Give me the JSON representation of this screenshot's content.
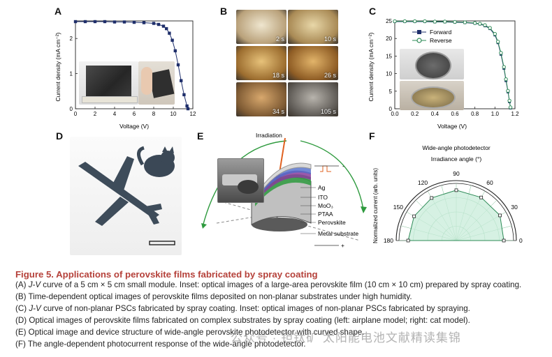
{
  "panels": {
    "A": {
      "label": "A",
      "inset_label": "",
      "chart_data": {
        "type": "line",
        "title": "",
        "xlabel": "Voltage (V)",
        "ylabel": "Current density (mA cm⁻²)",
        "xlim": [
          0,
          12
        ],
        "ylim": [
          0,
          2.5
        ],
        "xticks": [
          "0",
          "2",
          "4",
          "6",
          "8",
          "10",
          "12"
        ],
        "yticks": [
          "0",
          "1",
          "2"
        ],
        "series": [
          {
            "x": [
              0,
              1,
              2,
              3,
              4,
              5,
              6,
              7,
              8,
              8.5,
              9,
              9.3,
              9.6,
              9.9,
              10.2,
              10.5,
              10.8,
              11.1,
              11.4,
              11.5
            ],
            "y": [
              2.48,
              2.48,
              2.48,
              2.48,
              2.47,
              2.47,
              2.46,
              2.45,
              2.43,
              2.4,
              2.35,
              2.28,
              2.15,
              1.95,
              1.65,
              1.25,
              0.8,
              0.4,
              0.08,
              0
            ]
          }
        ],
        "grid": false,
        "line_color": "#1f2f6b"
      }
    },
    "B": {
      "label": "B",
      "frames": [
        "2 s",
        "10 s",
        "18 s",
        "26 s",
        "34 s",
        "105 s"
      ]
    },
    "C": {
      "label": "C",
      "chart_data": {
        "type": "line",
        "title": "",
        "xlabel": "Voltage (V)",
        "ylabel": "Current density (mA cm⁻²)",
        "xlim": [
          0,
          1.2
        ],
        "ylim": [
          0,
          25
        ],
        "xticks": [
          "0.0",
          "0.2",
          "0.4",
          "0.6",
          "0.8",
          "1.0",
          "1.2"
        ],
        "yticks": [
          "0",
          "5",
          "10",
          "15",
          "20",
          "25"
        ],
        "legend_position": "top-right",
        "series": [
          {
            "name": "Forward",
            "marker": "square",
            "color": "#1f2f6b",
            "x": [
              0,
              0.1,
              0.2,
              0.3,
              0.4,
              0.5,
              0.6,
              0.7,
              0.8,
              0.85,
              0.9,
              0.95,
              1.0,
              1.03,
              1.06,
              1.09,
              1.11,
              1.13,
              1.145,
              1.155
            ],
            "y": [
              24.8,
              24.8,
              24.8,
              24.8,
              24.7,
              24.7,
              24.6,
              24.5,
              24.3,
              24.1,
              23.6,
              22.8,
              21.0,
              18.8,
              15.5,
              11.5,
              8.0,
              4.8,
              2.0,
              0.2
            ]
          },
          {
            "name": "Reverse",
            "marker": "circle",
            "color": "#2e8b57",
            "x": [
              0,
              0.1,
              0.2,
              0.3,
              0.4,
              0.5,
              0.6,
              0.7,
              0.8,
              0.85,
              0.9,
              0.95,
              1.0,
              1.03,
              1.06,
              1.09,
              1.11,
              1.13,
              1.145,
              1.155
            ],
            "y": [
              24.9,
              24.9,
              24.9,
              24.9,
              24.8,
              24.8,
              24.7,
              24.6,
              24.4,
              24.2,
              23.8,
              23.0,
              21.3,
              19.1,
              15.9,
              11.9,
              8.4,
              5.1,
              2.3,
              0.4
            ]
          }
        ]
      }
    },
    "D": {
      "label": "D"
    },
    "E": {
      "label": "E",
      "irradiation": "Irradiation",
      "layers": [
        "Ag",
        "ITO",
        "MoO₃",
        "PTAA",
        "Perovskite",
        "Metal substrate"
      ],
      "minus": "-",
      "plus": "+"
    },
    "F": {
      "label": "F",
      "chart_data": {
        "type": "polar",
        "title": "Wide-angle photodetector",
        "subtitle": "Irradiance angle (°)",
        "ylabel": "Normalized current (arb. units)",
        "angle_ticks": [
          "180",
          "150",
          "120",
          "90",
          "60",
          "30",
          "0"
        ],
        "angles": [
          0,
          30,
          60,
          90,
          120,
          150,
          180
        ],
        "values": [
          0.83,
          0.88,
          0.87,
          0.88,
          0.86,
          0.85,
          0.84
        ],
        "fill_color": "#c8ecd9",
        "line_color": "#2e8b57"
      }
    }
  },
  "caption": {
    "title": "Figure 5.  Applications of perovskite films fabricated by spray coating",
    "lines": [
      {
        "pre": "(A) ",
        "ital": "J-V",
        "post": " curve of a 5 cm × 5 cm small module. Inset: optical images of a large-area perovskite film (10 cm × 10 cm) prepared by spray coating."
      },
      {
        "pre": "(B) Time-dependent optical images of perovskite films deposited on non-planar substrates under high humidity.",
        "ital": "",
        "post": ""
      },
      {
        "pre": "(C) ",
        "ital": "J-V",
        "post": " curve of non-planar PSCs fabricated by spray coating. Inset: optical images of non-planar PSCs fabricated by spraying."
      },
      {
        "pre": "(D) Optical images of perovskite films fabricated on complex substrates by spray coating (left: airplane model; right: cat model).",
        "ital": "",
        "post": ""
      },
      {
        "pre": "(E) Optical image and device structure of wide-angle perovskite photodetector with curved shape.",
        "ital": "",
        "post": ""
      },
      {
        "pre": "(F) The angle-dependent photocurrent response of the wide-angle photodetector.",
        "ital": "",
        "post": ""
      }
    ]
  },
  "watermark": "公众号 · 钽钛矿 太阳能电池文献精读集锦"
}
